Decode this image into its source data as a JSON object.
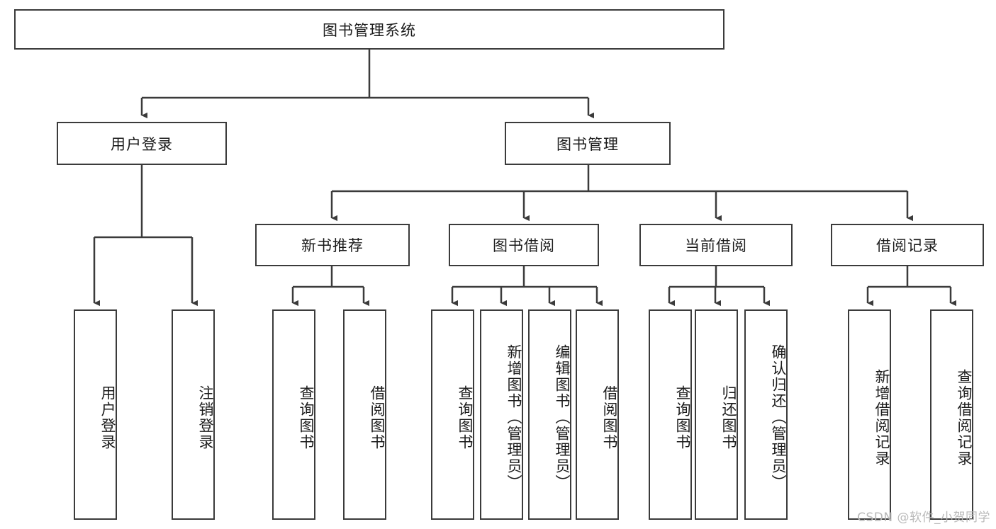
{
  "diagram": {
    "title": "图书管理系统",
    "type": "hierarchy-tree",
    "root": {
      "label": "图书管理系统"
    },
    "level2": [
      {
        "label": "用户登录"
      },
      {
        "label": "图书管理"
      }
    ],
    "level3": [
      {
        "label": "新书推荐"
      },
      {
        "label": "图书借阅"
      },
      {
        "label": "当前借阅"
      },
      {
        "label": "借阅记录"
      }
    ],
    "leaves": {
      "user_login": [
        {
          "label": "用户登录"
        },
        {
          "label": "注销登录"
        }
      ],
      "new_book_recommend": [
        {
          "label": "查询图书"
        },
        {
          "label": "借阅图书"
        }
      ],
      "book_borrow": [
        {
          "label": "查询图书"
        },
        {
          "label": "新增图书（管理员）"
        },
        {
          "label": "编辑图书（管理员）"
        },
        {
          "label": "借阅图书"
        }
      ],
      "current_borrow": [
        {
          "label": "查询图书"
        },
        {
          "label": "归还图书"
        },
        {
          "label": "确认归还（管理员）"
        }
      ],
      "borrow_record": [
        {
          "label": "新增借阅记录"
        },
        {
          "label": "查询借阅记录"
        }
      ]
    }
  },
  "watermark": {
    "text": "CSDN @软件_小贺同学"
  },
  "colors": {
    "stroke": "#3b3b3b",
    "fill": "#ffffff",
    "text": "#1b1b1b",
    "watermark": "#b9b9b9"
  }
}
